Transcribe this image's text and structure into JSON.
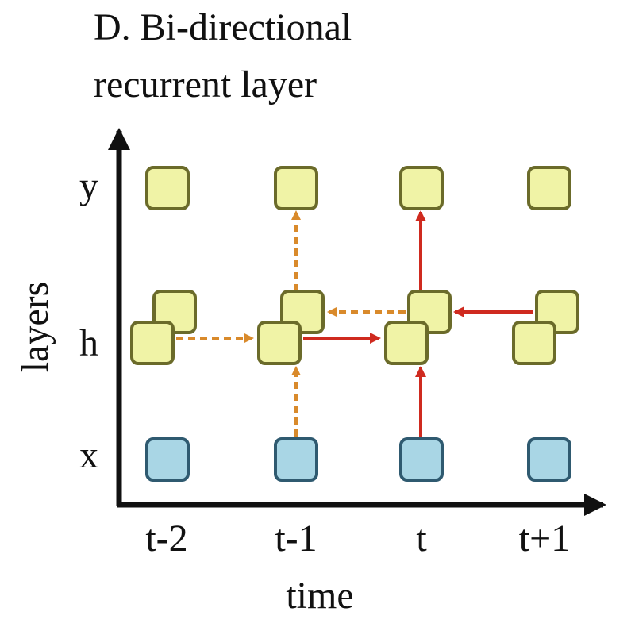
{
  "title": {
    "line1": "D. Bi-directional",
    "line2": "recurrent layer"
  },
  "axes": {
    "y_label": "layers",
    "x_label": "time",
    "rows": {
      "y": "y",
      "h": "h",
      "x": "x"
    },
    "columns": [
      "t-2",
      "t-1",
      "t",
      "t+1"
    ]
  },
  "colors": {
    "hidden_fill": "#f0f3a6",
    "hidden_stroke": "#6b6b2a",
    "input_fill": "#a9d6e5",
    "input_stroke": "#2f5a70",
    "backward_arrow": "#d98a2b",
    "forward_arrow": "#cf2a1f",
    "axis": "#111111"
  }
}
